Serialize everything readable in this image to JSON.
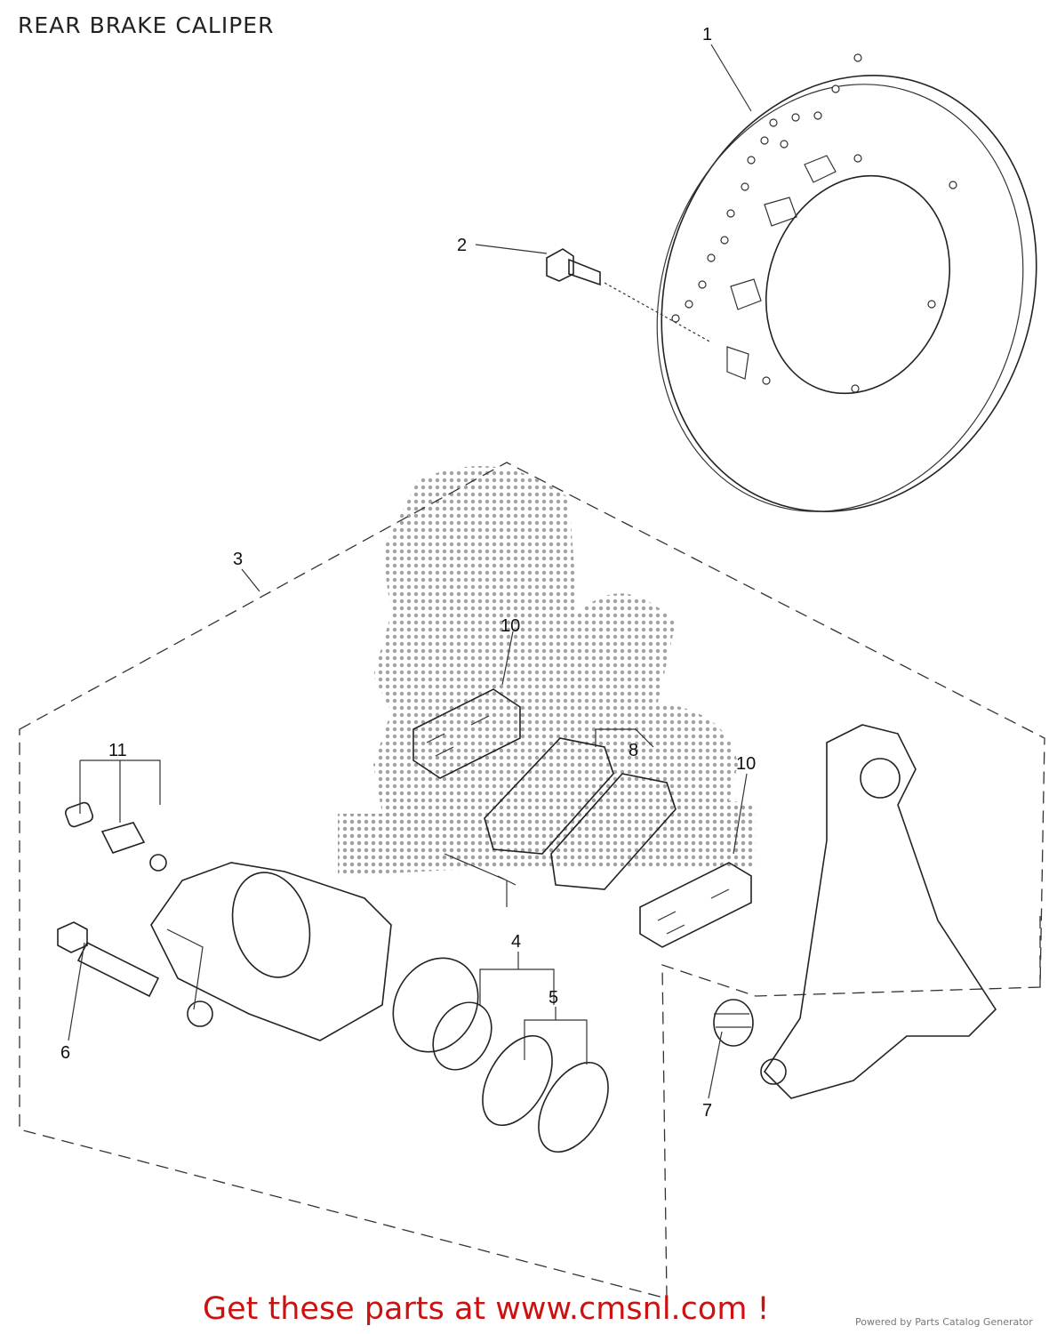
{
  "page": {
    "title": "REAR BRAKE CALIPER",
    "footer_link": "Get these parts at www.cmsnl.com !",
    "powered_by": "Powered by Parts Catalog Generator"
  },
  "callouts": [
    "1",
    "2",
    "3",
    "4",
    "5",
    "6",
    "7",
    "8",
    "10",
    "10",
    "11"
  ],
  "colors": {
    "link": "#cc1111",
    "line": "#222222",
    "watermark": "#666666"
  }
}
